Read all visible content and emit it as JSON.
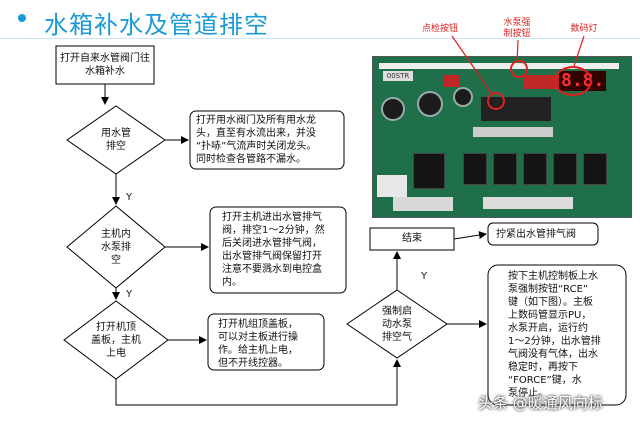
{
  "title": "水箱补水及管道排空",
  "nodes": {
    "start": "打开自来水管阀门往\n水箱补水",
    "d1": "用水管\n排空",
    "d2": "主机内\n水泵排\n空",
    "d3": "打开机顶\n盖板，主机\n上电",
    "d4": "强制启\n动水泵\n排空气",
    "end": "结束"
  },
  "notes": {
    "n1": "打开用水阀门及所有用水龙\n头，直至有水流出来，并没\n“扑哧”气流声时关闭龙头。\n同时检查各管路不漏水。",
    "n2": "打开主机进出水管排气\n阀，排空1～2分钟，然\n后关闭进水管排气阀，\n出水管排气阀保留打开\n注意不要溅水到电控盒\n内。",
    "n3": "打开机组顶盖板，\n可以对主板进行操\n作。给主机上电，\n但不开线控器。",
    "n4": "拧紧出水管排气阀",
    "n5": "按下主机控制板上水\n泵强制按钮“RCE”\n键（如下图）。主板\n上数码管显示PU，\n水泵开启，运行约\n1～2分钟，出水管排\n气阀没有气体，出水\n稳定时，再按下\n“FORCE”键，水\n泵停止。"
  },
  "edge_labels": {
    "y1": "Y",
    "y2": "Y",
    "y3": "Y"
  },
  "photo_labels": {
    "button": "点检按钮",
    "pump": "水泵强\n制按钮",
    "led": "数码灯",
    "led_display": "8.8.",
    "board_tag": "00STR"
  },
  "watermark": "头条 @暖通风向标",
  "colors": {
    "title": "#1a9ad6",
    "annotation": "#e02020",
    "stroke": "#000000"
  }
}
